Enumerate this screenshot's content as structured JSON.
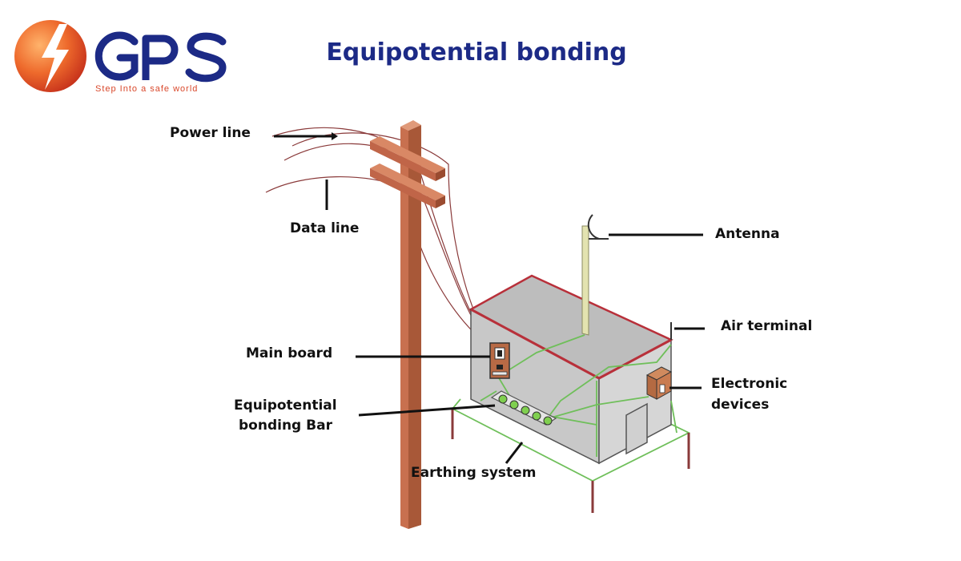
{
  "logo": {
    "brand_text": "GPS",
    "tagline": "Step Into a safe world",
    "colors": {
      "brand_blue": "#1c2a86",
      "brand_orange": "#e35a26"
    }
  },
  "title": "Equipotential bonding",
  "labels": {
    "power_line": "Power line",
    "data_line": "Data line",
    "antenna": "Antenna",
    "air_terminal": "Air terminal",
    "main_board": "Main board",
    "bonding_bar_line1": "Equipotential",
    "bonding_bar_line2": "bonding Bar",
    "electronic_devices_line1": "Electronic",
    "electronic_devices_line2": "devices",
    "earthing_system": "Earthing system"
  },
  "colors": {
    "pole": "#c8704f",
    "wire": "#8a3a3a",
    "bonding": "#6fbf5a",
    "building": "#bfbfbf",
    "roof_edge": "#b8303a"
  }
}
